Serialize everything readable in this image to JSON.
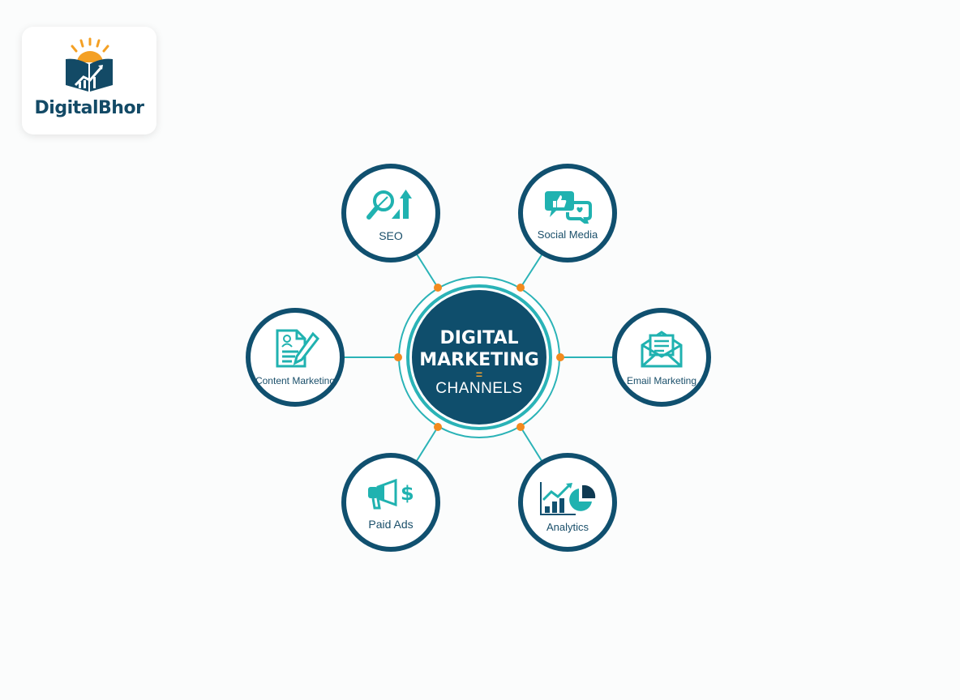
{
  "brand": {
    "name": "DigitalBhor",
    "colors": {
      "primary": "#10506f",
      "accent": "#20b2b0",
      "sun": "#f4a024"
    }
  },
  "diagram": {
    "center": {
      "line1": "DIGITAL",
      "line2": "MARKETING",
      "separator": "=",
      "line3": "CHANNELS"
    },
    "channels": [
      {
        "id": "seo",
        "label": "SEO",
        "icon": "magnifier-growth-icon"
      },
      {
        "id": "social",
        "label": "Social Media",
        "icon": "chat-bubbles-like-icon"
      },
      {
        "id": "content",
        "label": "Content Marketing",
        "icon": "document-pencil-icon"
      },
      {
        "id": "email",
        "label": "Email Marketing",
        "icon": "open-envelope-icon"
      },
      {
        "id": "paid",
        "label": "Paid Ads",
        "icon": "megaphone-dollar-icon"
      },
      {
        "id": "analytics",
        "label": "Analytics",
        "icon": "chart-pie-icon"
      }
    ],
    "colors": {
      "node_border": "#10506f",
      "connector": "#2bb3b7",
      "dot": "#f28a1e",
      "center_fill": "#0f4e6c"
    }
  }
}
